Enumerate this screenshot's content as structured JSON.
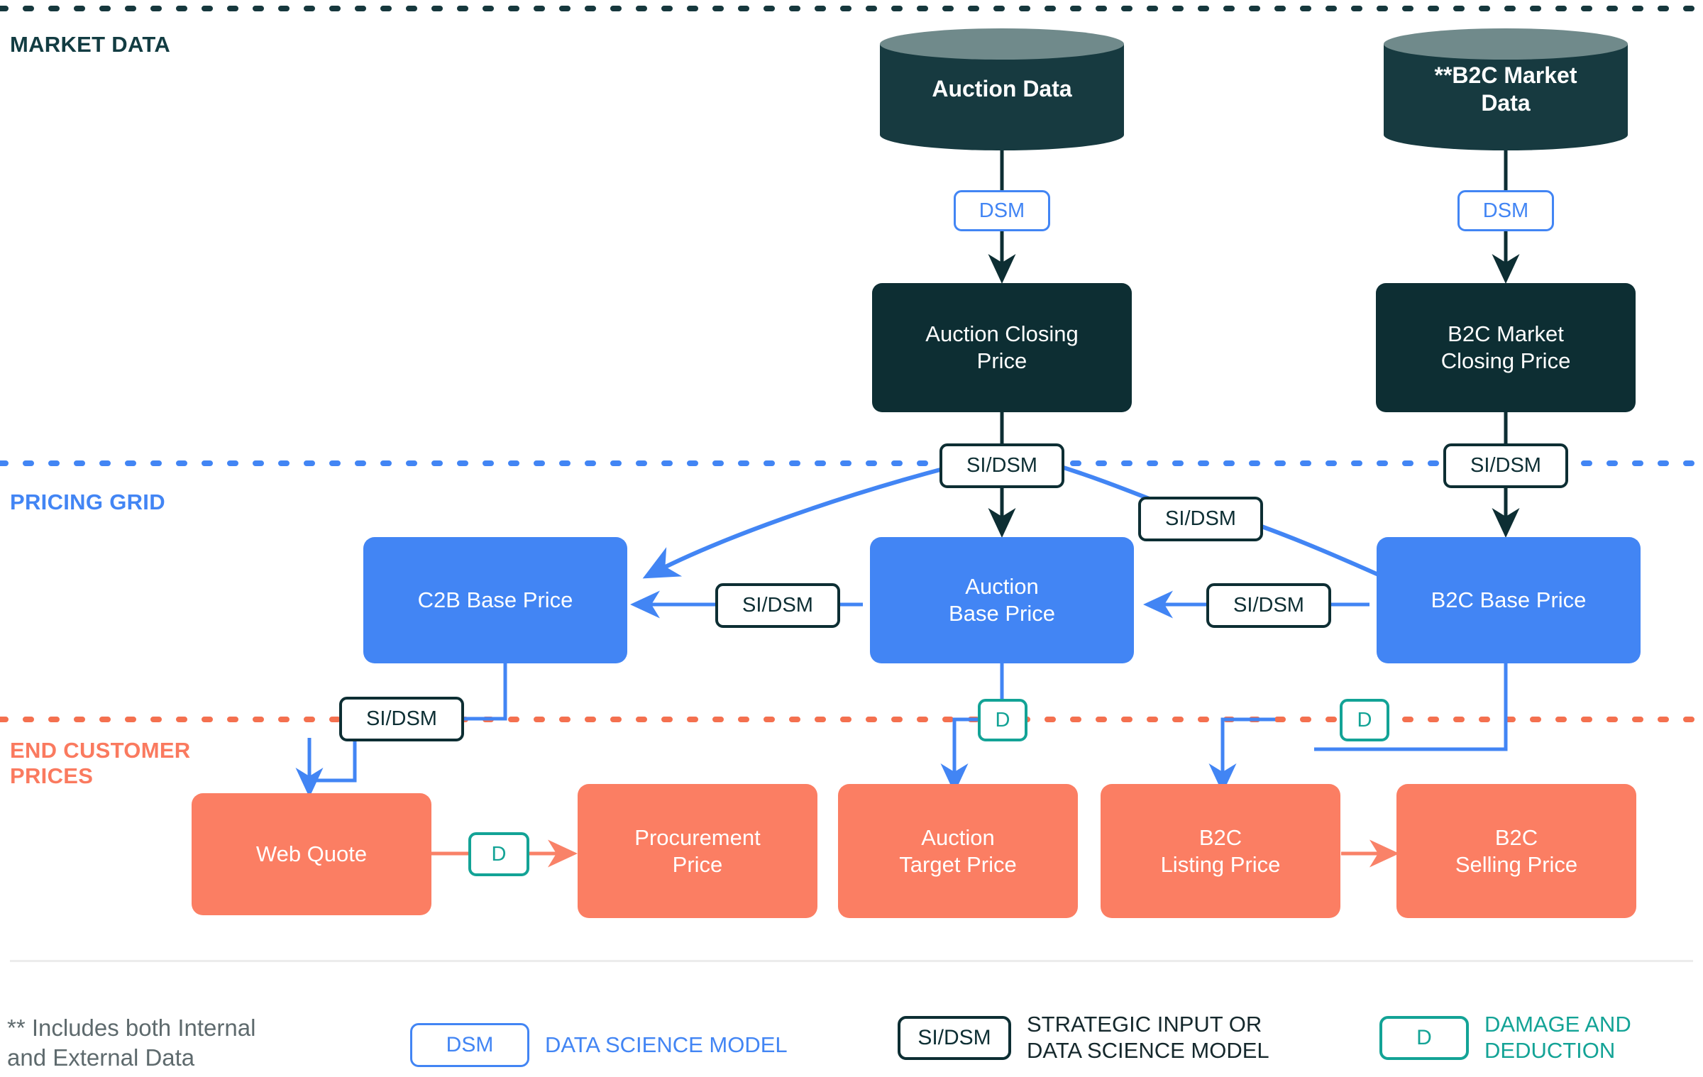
{
  "bands": [
    {
      "id": "market",
      "label": "MARKET DATA",
      "color": "#123c42",
      "divider_color": "#123c42"
    },
    {
      "id": "pricing",
      "label": "PRICING GRID",
      "color": "#4285f4",
      "divider_color": "#4285f4"
    },
    {
      "id": "endcust",
      "label": "END CUSTOMER\nPRICES",
      "color": "#fa7a5f",
      "divider_color": "#fa7a5f"
    }
  ],
  "sources": [
    {
      "id": "auction-data",
      "label": "Auction Data"
    },
    {
      "id": "b2c-market-data",
      "label": "**B2C Market\nData"
    }
  ],
  "market_nodes": [
    {
      "id": "auction-closing-price",
      "label": "Auction Closing\nPrice"
    },
    {
      "id": "b2c-market-closing-price",
      "label": "B2C Market\nClosing Price"
    }
  ],
  "pricing_nodes": [
    {
      "id": "c2b-base-price",
      "label": "C2B Base Price"
    },
    {
      "id": "auction-base-price",
      "label": "Auction\nBase Price"
    },
    {
      "id": "b2c-base-price",
      "label": "B2C Base Price"
    }
  ],
  "end_customer_nodes": [
    {
      "id": "web-quote",
      "label": "Web Quote"
    },
    {
      "id": "procurement-price",
      "label": "Procurement\nPrice"
    },
    {
      "id": "auction-target-price",
      "label": "Auction\nTarget Price"
    },
    {
      "id": "b2c-listing-price",
      "label": "B2C\nListing Price"
    },
    {
      "id": "b2c-selling-price",
      "label": "B2C\nSelling Price"
    }
  ],
  "edge_badges": {
    "dsm_auction": "DSM",
    "dsm_b2c": "DSM",
    "sidsm_auction_closing": "SI/DSM",
    "sidsm_b2c_closing": "SI/DSM",
    "sidsm_cross_b2c": "SI/DSM",
    "sidsm_c2b_auction": "SI/DSM",
    "sidsm_auction_b2c": "SI/DSM",
    "sidsm_c2b_webquote": "SI/DSM",
    "d_auction_target": "D",
    "d_b2c_listing": "D",
    "d_webquote_procurement": "D"
  },
  "footnote": "**  Includes both Internal\n     and External Data",
  "legend": [
    {
      "id": "legend-dsm",
      "badge": "DSM",
      "text": "DATA SCIENCE MODEL"
    },
    {
      "id": "legend-sidsm",
      "badge": "SI/DSM",
      "text": "STRATEGIC INPUT OR\nDATA SCIENCE MODEL"
    },
    {
      "id": "legend-d",
      "badge": "D",
      "text": "DAMAGE AND\nDEDUCTION"
    }
  ],
  "colors": {
    "dark_teal": "#0d2e33",
    "cylinder_body": "#173a40",
    "cylinder_top": "#708a8b",
    "blue": "#4285f4",
    "salmon": "#fb7e63",
    "teal": "#13a396",
    "gray_text": "#5e6a6d"
  }
}
